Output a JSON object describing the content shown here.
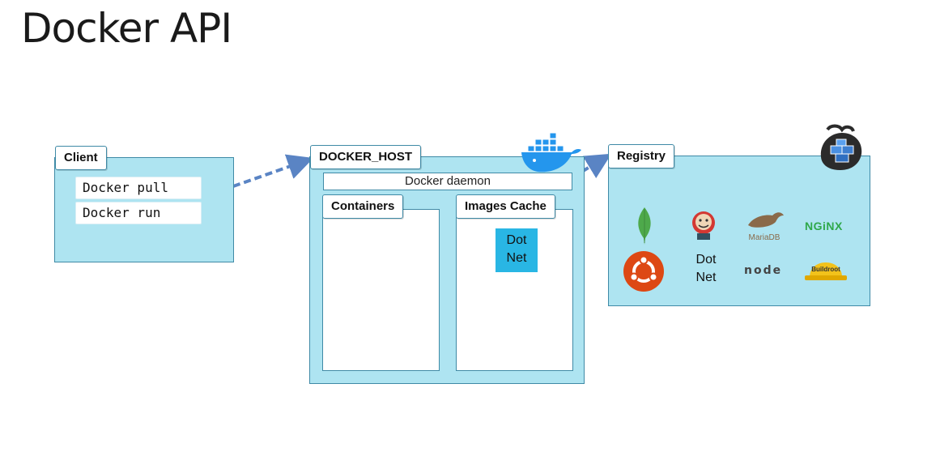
{
  "slide": {
    "title": "Docker API"
  },
  "client": {
    "label": "Client",
    "commands": [
      "Docker pull",
      "Docker run"
    ]
  },
  "docker_host": {
    "label": "DOCKER_HOST",
    "daemon": "Docker daemon",
    "containers": {
      "label": "Containers"
    },
    "images_cache": {
      "label": "Images Cache",
      "image_line1": "Dot",
      "image_line2": "Net"
    }
  },
  "registry": {
    "label": "Registry",
    "images": {
      "dotnet_line1": "Dot",
      "dotnet_line2": "Net",
      "mariadb": "MariaDB",
      "nginx": "NGiNX",
      "node": "node",
      "buildroot": "Buildroot"
    }
  },
  "colors": {
    "panel_fill": "#aee4f1",
    "panel_border": "#3f8aa6",
    "arrow": "#5a84c4",
    "image_tile": "#29b6e4"
  }
}
